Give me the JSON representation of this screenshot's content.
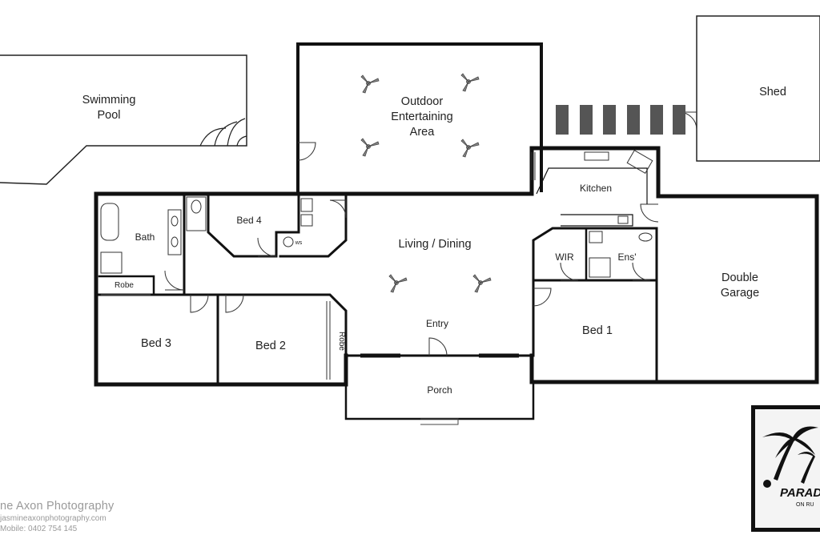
{
  "rooms": {
    "swimming_pool": [
      "Swimming",
      "Pool"
    ],
    "outdoor_entertaining": [
      "Outdoor",
      "Entertaining",
      "Area"
    ],
    "shed": "Shed",
    "kitchen": "Kitchen",
    "bath": "Bath",
    "bed4": "Bed 4",
    "ws": "ws",
    "living_dining": "Living / Dining",
    "wir": "WIR",
    "ensuite": "Ens'",
    "double_garage": [
      "Double",
      "Garage"
    ],
    "robe_bath": "Robe",
    "bed3": "Bed 3",
    "bed2": "Bed 2",
    "robe_bed2": "Robe",
    "entry": "Entry",
    "bed1": "Bed 1",
    "porch": "Porch"
  },
  "credits": {
    "name": "ne Axon Photography",
    "url": "jasmineaxonphotography.com",
    "phone": "Mobile: 0402 754 145"
  },
  "logo": {
    "brand": "PARAD",
    "tagline": "ON RU"
  }
}
